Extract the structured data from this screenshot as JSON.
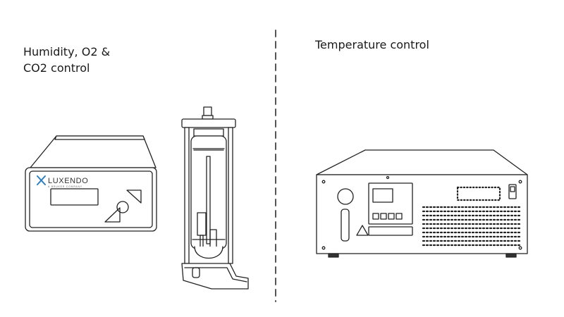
{
  "captions": {
    "left": "Humidity, O2 &\nCO2 control",
    "right": "Temperature control"
  },
  "devices": {
    "gas_controller": {
      "brand": "LUXENDO",
      "tagline": "A BRUKER COMPANY"
    },
    "humidifier": {},
    "temperature_controller": {}
  },
  "colors": {
    "line": "#222222",
    "divider": "#555555",
    "fill": "#ffffff",
    "brand": "#2f7fbf"
  }
}
